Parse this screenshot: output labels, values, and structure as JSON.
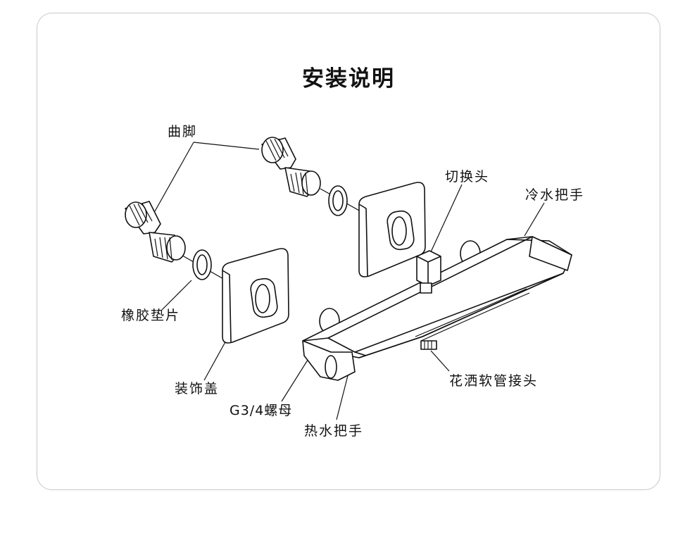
{
  "title": "安装说明",
  "labels": {
    "qujiao": "曲脚",
    "qiehuantou": "切换头",
    "lengshui": "冷水把手",
    "xiangjiao": "橡胶垫片",
    "zhuangshigai": "装饰盖",
    "luomu": "G3/4螺母",
    "reshui": "热水把手",
    "huasa": "花洒软管接头"
  },
  "colors": {
    "line": "#111111",
    "border": "#c8c8c8"
  }
}
